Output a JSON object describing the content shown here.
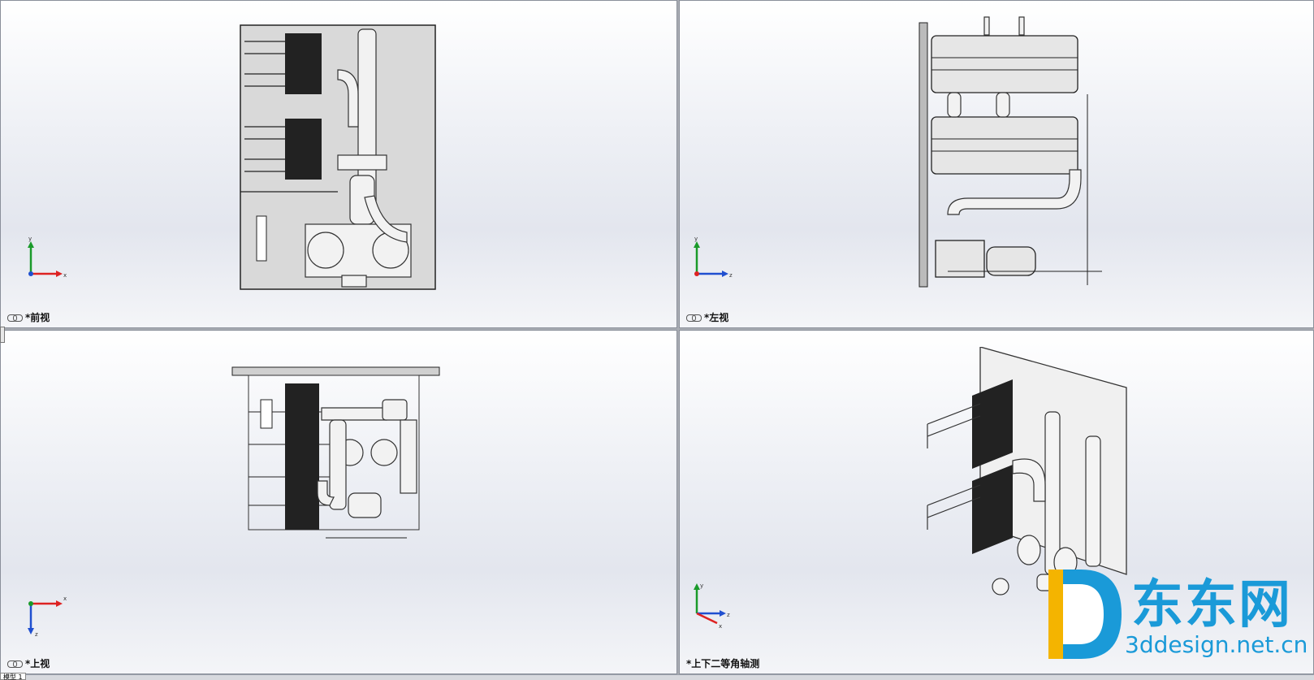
{
  "viewports": {
    "front": {
      "label": "*前视",
      "axes": [
        "y",
        "x"
      ]
    },
    "left": {
      "label": "*左视",
      "axes": [
        "y",
        "z"
      ]
    },
    "top": {
      "label": "*上视",
      "axes": [
        "x",
        "z"
      ]
    },
    "iso": {
      "label": "*上下二等角轴测",
      "axes": [
        "y",
        "z",
        "x"
      ]
    }
  },
  "status": {
    "sheet_tab": "模型 1"
  },
  "watermark": {
    "logo_text": "东东网",
    "url": "3ddesign.net.cn"
  },
  "colors": {
    "accent_blue": "#1a9ad8",
    "watermark_yellow": "#f4b400",
    "axis_x": "#d22",
    "axis_y": "#1a9a2a",
    "axis_z": "#1f4fd0"
  }
}
